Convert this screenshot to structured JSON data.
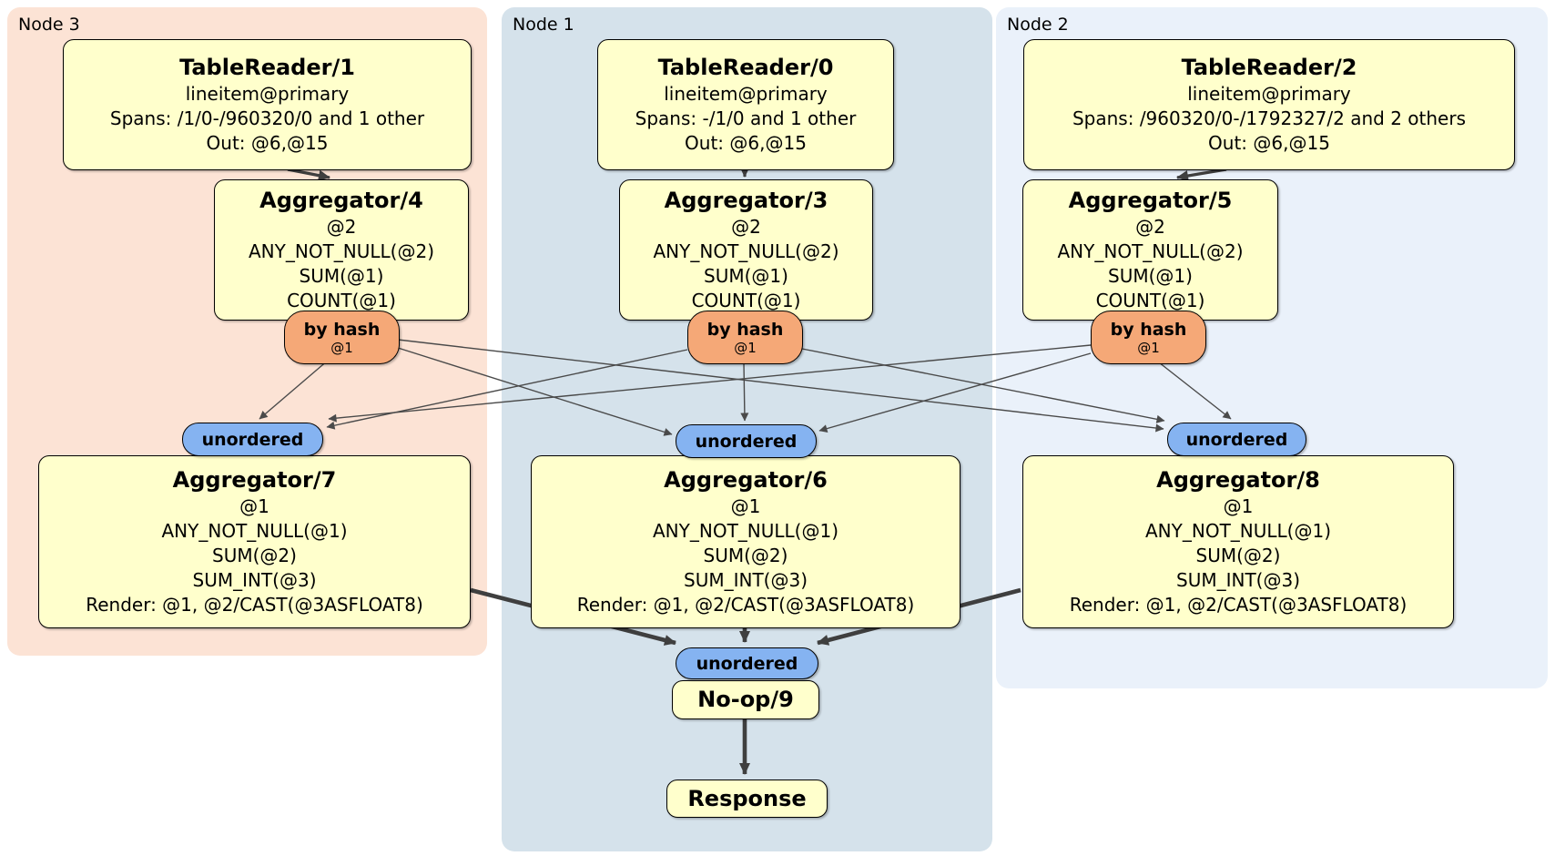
{
  "colors": {
    "node3_bg": "#fce3d5",
    "node1_bg": "#d5e2eb",
    "node2_bg": "#eaf1fa",
    "box_bg": "#ffffcc",
    "box_border": "#000000",
    "hash_router_bg": "#f5a877",
    "stream_bg": "#85b3f1",
    "edge_thick": "#3f3f3f",
    "edge_thin": "#4a4a4a"
  },
  "regions": [
    {
      "label": "Node 3"
    },
    {
      "label": "Node 1"
    },
    {
      "label": "Node 2"
    }
  ],
  "processors": {
    "tr1": {
      "title": "TableReader/1",
      "lines": [
        "lineitem@primary",
        "Spans: /1/0-/960320/0 and 1 other",
        "Out: @6,@15"
      ]
    },
    "tr0": {
      "title": "TableReader/0",
      "lines": [
        "lineitem@primary",
        "Spans: -/1/0 and 1 other",
        "Out: @6,@15"
      ]
    },
    "tr2": {
      "title": "TableReader/2",
      "lines": [
        "lineitem@primary",
        "Spans: /960320/0-/1792327/2 and 2 others",
        "Out: @6,@15"
      ]
    },
    "agg4": {
      "title": "Aggregator/4",
      "lines": [
        "@2",
        "ANY_NOT_NULL(@2)",
        "SUM(@1)",
        "COUNT(@1)"
      ]
    },
    "agg3": {
      "title": "Aggregator/3",
      "lines": [
        "@2",
        "ANY_NOT_NULL(@2)",
        "SUM(@1)",
        "COUNT(@1)"
      ]
    },
    "agg5": {
      "title": "Aggregator/5",
      "lines": [
        "@2",
        "ANY_NOT_NULL(@2)",
        "SUM(@1)",
        "COUNT(@1)"
      ]
    },
    "agg7": {
      "title": "Aggregator/7",
      "lines": [
        "@1",
        "ANY_NOT_NULL(@1)",
        "SUM(@2)",
        "SUM_INT(@3)",
        "Render: @1, @2/CAST(@3ASFLOAT8)"
      ]
    },
    "agg6": {
      "title": "Aggregator/6",
      "lines": [
        "@1",
        "ANY_NOT_NULL(@1)",
        "SUM(@2)",
        "SUM_INT(@3)",
        "Render: @1, @2/CAST(@3ASFLOAT8)"
      ]
    },
    "agg8": {
      "title": "Aggregator/8",
      "lines": [
        "@1",
        "ANY_NOT_NULL(@1)",
        "SUM(@2)",
        "SUM_INT(@3)",
        "Render: @1, @2/CAST(@3ASFLOAT8)"
      ]
    },
    "noop": {
      "title": "No-op/9"
    },
    "response": {
      "title": "Response"
    }
  },
  "routers": [
    {
      "label": "by hash",
      "detail": "@1"
    },
    {
      "label": "by hash",
      "detail": "@1"
    },
    {
      "label": "by hash",
      "detail": "@1"
    }
  ],
  "streams": [
    {
      "label": "unordered"
    },
    {
      "label": "unordered"
    },
    {
      "label": "unordered"
    },
    {
      "label": "unordered"
    }
  ]
}
